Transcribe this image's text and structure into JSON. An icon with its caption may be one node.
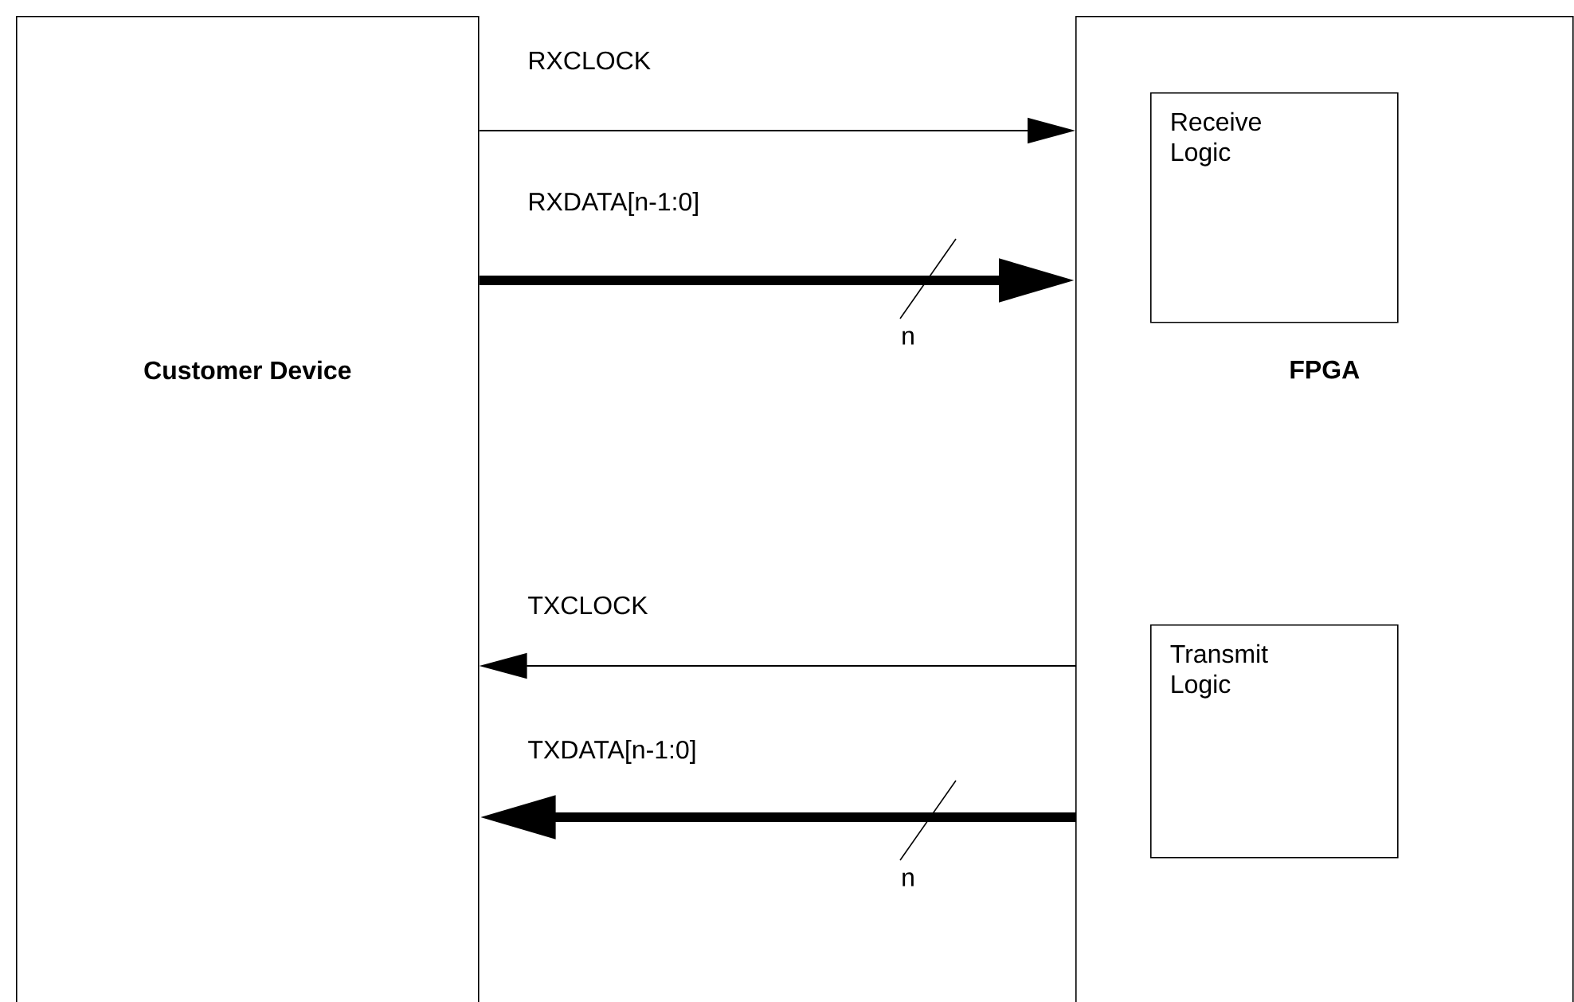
{
  "diagram": {
    "nodes": [
      {
        "text": [
          "Customer Device"
        ]
      },
      {
        "text": [
          "FPGA"
        ]
      },
      {
        "text": [
          "Receive Logic"
        ],
        "in": 1
      },
      {
        "text": [
          "Transmit Logic"
        ],
        "in": 1
      }
    ],
    "edges": [
      {
        "from": 0,
        "to": 1,
        "arrow": "to",
        "label": "RXCLOCK"
      },
      {
        "from": 0,
        "to": 1,
        "arrow": "to",
        "label": "RXDATA[n-1:0]",
        "style": "thick"
      },
      {
        "from": 1,
        "to": 0,
        "arrow": "to",
        "label": "TXCLOCK"
      },
      {
        "from": 1,
        "to": 0,
        "arrow": "to",
        "label": "TXDATA[n-1:0]",
        "style": "thick"
      }
    ],
    "labels": [
      "n",
      "n"
    ]
  }
}
